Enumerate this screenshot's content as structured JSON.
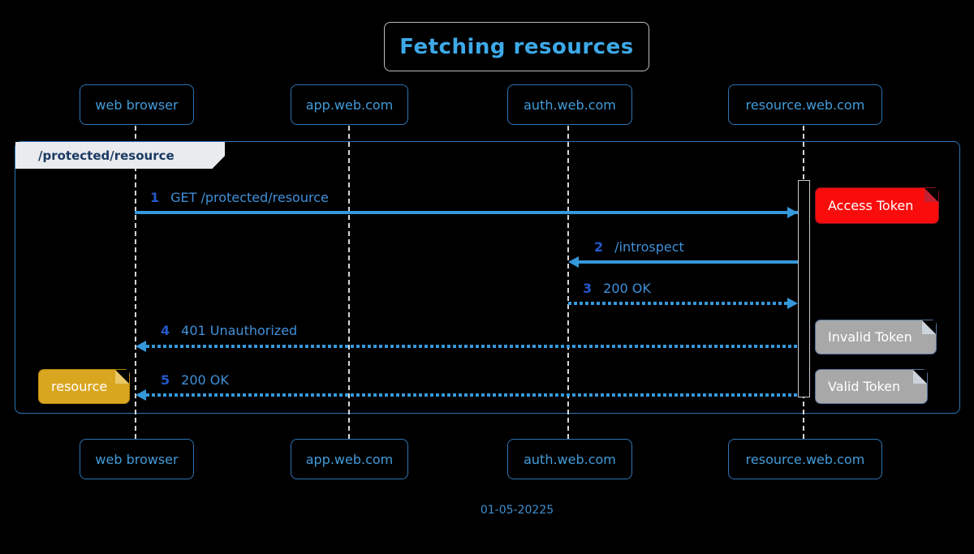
{
  "title": "Fetching resources",
  "frame_label": "/protected/resource",
  "actors": [
    {
      "label": "web browser"
    },
    {
      "label": "app.web.com"
    },
    {
      "label": "auth.web.com"
    },
    {
      "label": "resource.web.com"
    }
  ],
  "messages": [
    {
      "num": "1",
      "text": "GET /protected/resource",
      "from": "web browser",
      "to": "resource.web.com",
      "line": "solid",
      "direction": "right"
    },
    {
      "num": "2",
      "text": "/introspect",
      "from": "resource.web.com",
      "to": "auth.web.com",
      "line": "solid",
      "direction": "left"
    },
    {
      "num": "3",
      "text": "200 OK",
      "from": "auth.web.com",
      "to": "resource.web.com",
      "line": "dotted",
      "direction": "right"
    },
    {
      "num": "4",
      "text": "401 Unauthorized",
      "from": "resource.web.com",
      "to": "web browser",
      "line": "dotted",
      "direction": "left"
    },
    {
      "num": "5",
      "text": "200 OK",
      "from": "resource.web.com",
      "to": "web browser",
      "line": "dotted",
      "direction": "left"
    }
  ],
  "notes": [
    {
      "text": "Access Token",
      "color": "#f90c0c"
    },
    {
      "text": "Invalid Token",
      "color": "#a8a8a8"
    },
    {
      "text": "Valid Token",
      "color": "#a8a8a8"
    },
    {
      "text": "resource",
      "color": "#d9a620"
    }
  ],
  "footer_date": "01-05-20225",
  "colors": {
    "background": "#000000",
    "accent_blue": "#3598db",
    "actor_border": "#2d74b5",
    "actor_text": "#429bd8",
    "title_text": "#3da9e8",
    "msg_number": "#2457c9",
    "msg_text": "#4090d8",
    "frame_label_bg": "#e9ebee",
    "frame_label_text": "#1b3a63",
    "lifeline": "#d6d6d6"
  }
}
